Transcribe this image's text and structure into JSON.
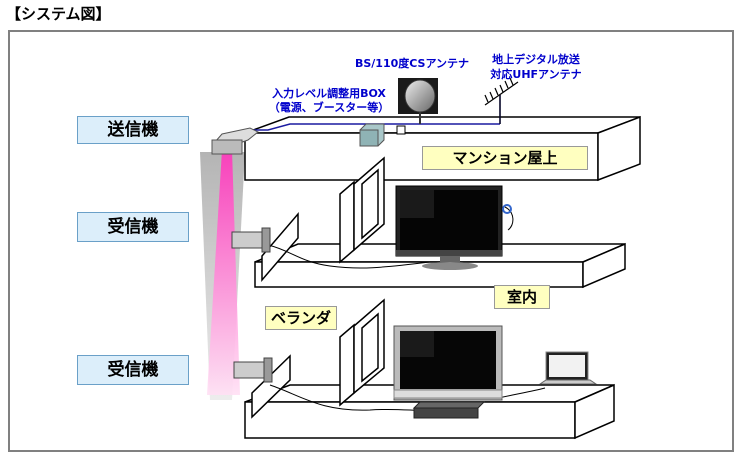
{
  "title": "【システム図】",
  "labels": {
    "transmitter": "送信機",
    "receiver_upper": "受信機",
    "receiver_lower": "受信機",
    "rooftop": "マンション屋上",
    "indoor": "室内",
    "veranda": "ベランダ"
  },
  "notes": {
    "bs_cs_antenna": "BS/110度CSアンテナ",
    "terrestrial_antenna_line1": "地上デジタル放送",
    "terrestrial_antenna_line2": "対応UHFアンテナ",
    "level_box_line1": "入力レベル調整用BOX",
    "level_box_line2": "（電源、ブースター等）"
  },
  "colors": {
    "label_fill": "#dceefa",
    "label_border": "#6aa0c8",
    "yellow_fill": "#ffffc0",
    "cable": "#1a1aa0",
    "beam": "#ff66cc",
    "note_text": "#0000cc"
  }
}
